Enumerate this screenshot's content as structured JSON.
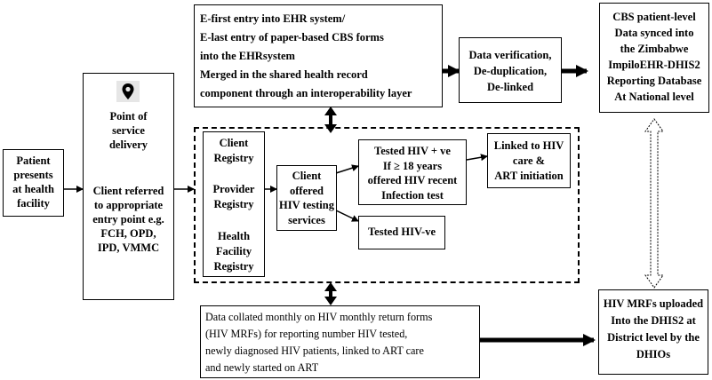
{
  "patient": {
    "lines": [
      "Patient",
      "presents",
      "at health",
      "facility"
    ]
  },
  "point_of_service": {
    "title_lines": [
      "Point of",
      "service",
      "delivery"
    ],
    "body_lines": [
      "Client referred",
      "to appropriate",
      "entry point e.g.",
      "FCH, OPD,",
      "IPD, VMMC"
    ],
    "icon": "location-pin-icon"
  },
  "ehr_entry": {
    "lines": [
      "E-first entry into EHR system/",
      "E-last entry of paper-based CBS forms",
      "into the EHRsystem",
      "Merged in the shared health record",
      "component through an interoperability layer"
    ]
  },
  "verification": {
    "lines": [
      "Data verification,",
      "De-duplication,",
      "De-linked"
    ]
  },
  "cbs_sync": {
    "lines": [
      "CBS patient-level",
      "Data synced into",
      "the Zimbabwe",
      "ImpiloEHR-DHIS2",
      "Reporting Database",
      "At National level"
    ]
  },
  "registries": {
    "client": [
      "Client",
      "Registry"
    ],
    "provider": [
      "Provider",
      "Registry"
    ],
    "facility": [
      "Health",
      "Facility",
      "Registry"
    ]
  },
  "client_offered": {
    "lines": [
      "Client",
      "offered",
      "HIV testing",
      "services"
    ]
  },
  "tested_positive": {
    "lines": [
      "Tested HIV + ve",
      "If ≥ 18 years",
      "offered HIV recent",
      "Infection test"
    ]
  },
  "linked_art": {
    "lines": [
      "Linked to HIV",
      "care &",
      "ART initiation"
    ]
  },
  "tested_negative": {
    "lines": [
      "Tested HIV-ve"
    ]
  },
  "monthly_return": {
    "lines": [
      "Data collated monthly on HIV monthly return forms",
      "(HIV MRFs) for reporting number HIV tested,",
      "newly diagnosed HIV patients, linked to ART care",
      "and newly started on ART"
    ]
  },
  "mrf_upload": {
    "lines": [
      "HIV MRFs uploaded",
      "Into the DHIS2 at",
      "District level by the",
      "DHIOs"
    ]
  },
  "colors": {
    "stroke": "#000000",
    "icon_bg": "#e6e6e6"
  }
}
